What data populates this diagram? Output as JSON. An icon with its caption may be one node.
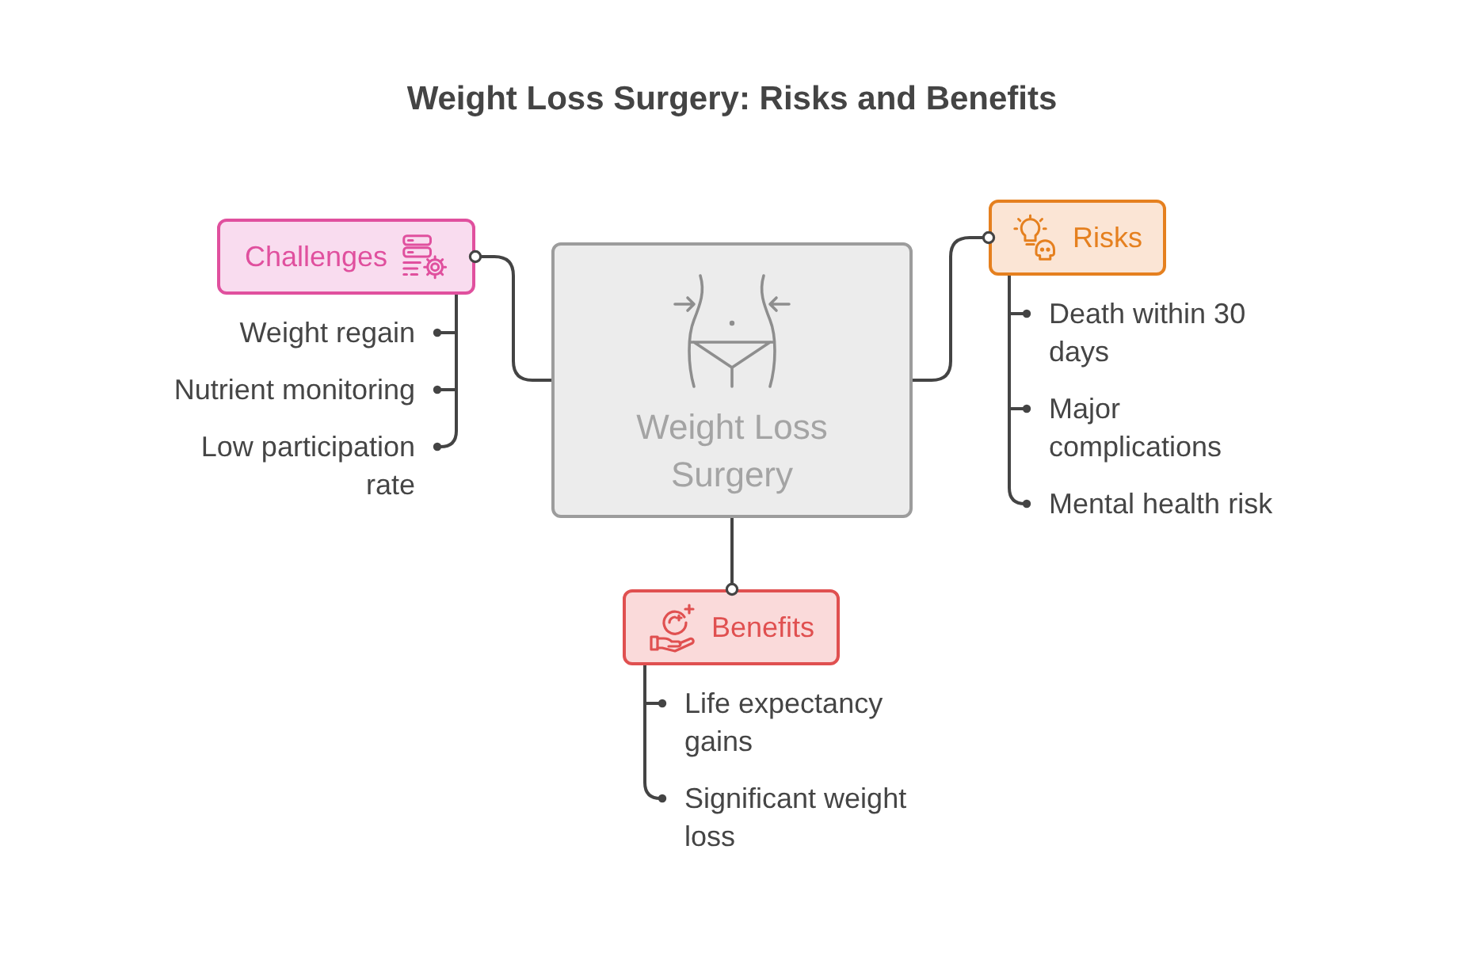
{
  "diagram": {
    "title": "Weight Loss Surgery: Risks and Benefits",
    "nodes": [
      {
        "text": [
          "Weight Loss Surgery"
        ]
      },
      {
        "text": [
          "Challenges"
        ]
      },
      {
        "text": [
          "Weight regain"
        ]
      },
      {
        "text": [
          "Nutrient monitoring"
        ]
      },
      {
        "text": [
          "Low participation rate"
        ]
      },
      {
        "text": [
          "Risks"
        ]
      },
      {
        "text": [
          "Death within 30 days"
        ]
      },
      {
        "text": [
          "Major complications"
        ]
      },
      {
        "text": [
          "Mental health risk"
        ]
      },
      {
        "text": [
          "Benefits"
        ]
      },
      {
        "text": [
          "Life expectancy gains"
        ]
      },
      {
        "text": [
          "Significant weight loss"
        ]
      }
    ],
    "edges": [
      {
        "from": 0,
        "to": 1,
        "arrow": "other"
      },
      {
        "from": 1,
        "to": 2,
        "arrow": "other"
      },
      {
        "from": 1,
        "to": 3,
        "arrow": "other"
      },
      {
        "from": 1,
        "to": 4,
        "arrow": "other"
      },
      {
        "from": 0,
        "to": 5,
        "arrow": "other"
      },
      {
        "from": 5,
        "to": 6,
        "arrow": "other"
      },
      {
        "from": 5,
        "to": 7,
        "arrow": "other"
      },
      {
        "from": 5,
        "to": 8,
        "arrow": "other"
      },
      {
        "from": 0,
        "to": 9,
        "arrow": "other"
      },
      {
        "from": 9,
        "to": 10,
        "arrow": "other"
      },
      {
        "from": 9,
        "to": 11,
        "arrow": "other"
      }
    ]
  }
}
